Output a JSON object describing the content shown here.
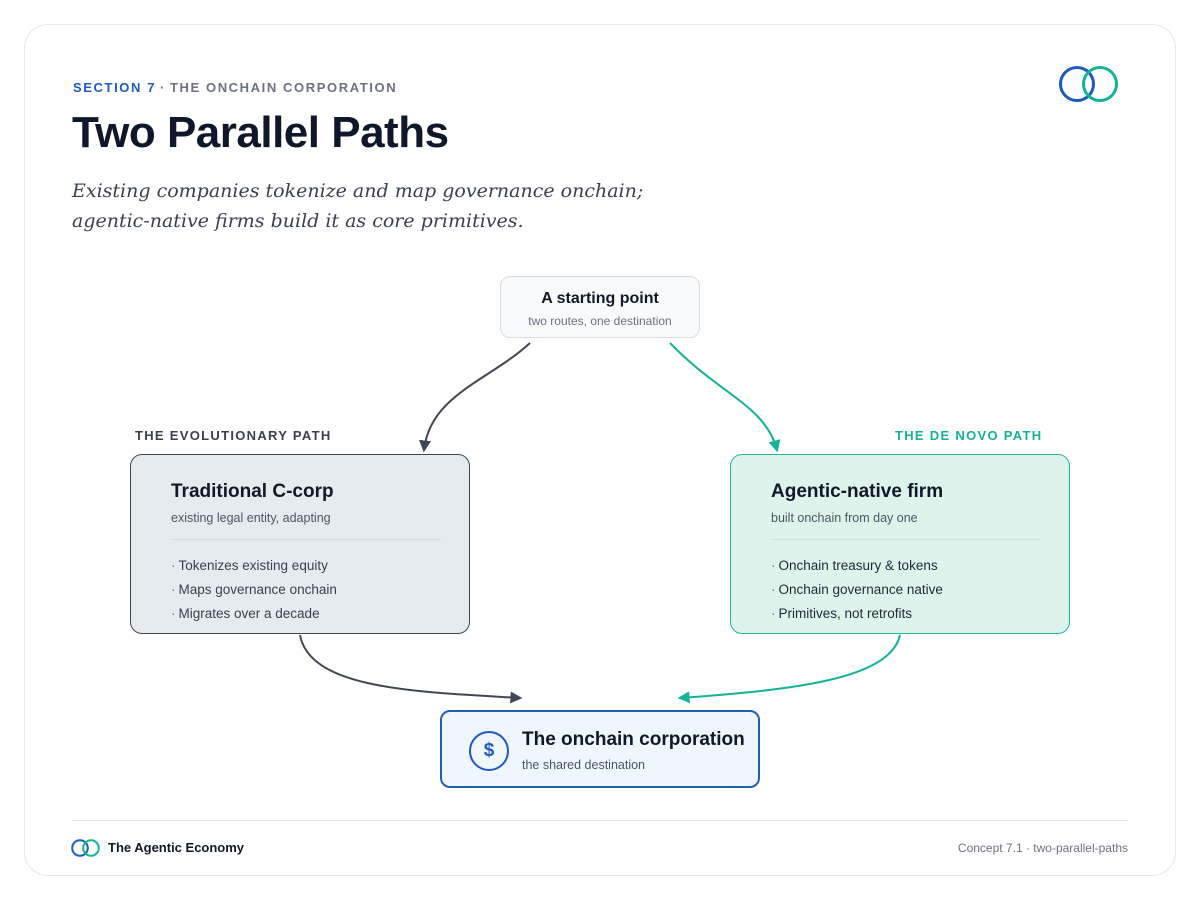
{
  "header": {
    "section_label": "SECTION 7",
    "separator": "·",
    "section_name": "THE ONCHAIN CORPORATION",
    "title": "Two Parallel Paths",
    "subtitle_line1": "Existing companies tokenize and map governance onchain;",
    "subtitle_line2": "agentic-native firms build it as core primitives."
  },
  "diagram": {
    "start": {
      "title": "A starting point",
      "subtitle": "two routes, one destination"
    },
    "evolutionary": {
      "path_label": "THE EVOLUTIONARY PATH",
      "title": "Traditional C-corp",
      "subtitle": "existing legal entity, adapting",
      "bullet_marker": "·",
      "items": [
        "Tokenizes existing equity",
        "Maps governance onchain",
        "Migrates over a decade"
      ]
    },
    "de_novo": {
      "path_label": "THE DE NOVO PATH",
      "title": "Agentic-native firm",
      "subtitle": "built onchain from day one",
      "bullet_marker": "·",
      "items": [
        "Onchain treasury & tokens",
        "Onchain governance native",
        "Primitives, not retrofits"
      ]
    },
    "destination": {
      "icon": "dollar-coin-icon",
      "icon_glyph": "$",
      "title": "The onchain corporation",
      "subtitle": "the shared destination"
    }
  },
  "footer": {
    "brand": "The Agentic Economy",
    "reference": "Concept 7.1 · two-parallel-paths"
  },
  "colors": {
    "brand_blue": "#1d5bbf",
    "brand_teal": "#14b296",
    "evolutionary_stroke": "#3f4756",
    "de_novo_stroke": "#22b79c"
  }
}
